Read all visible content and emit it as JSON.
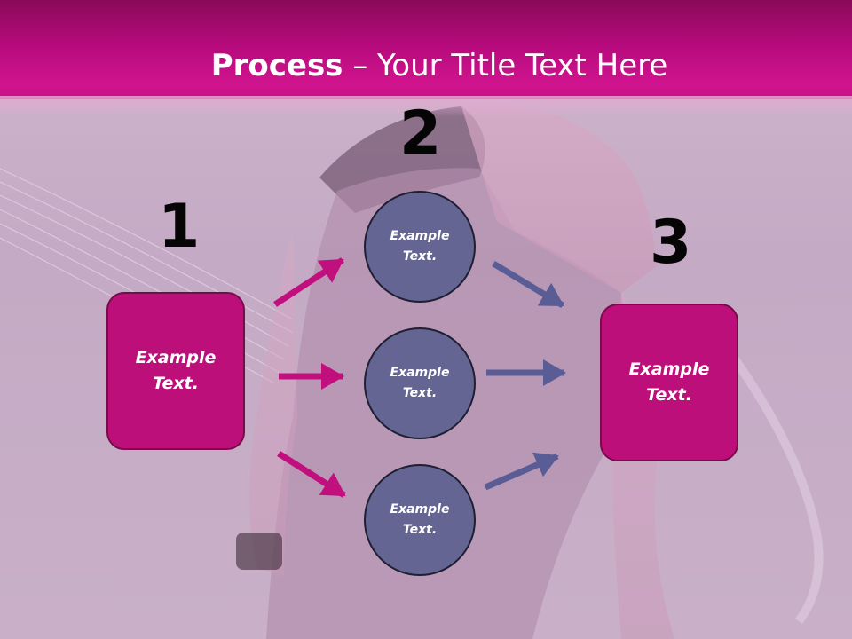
{
  "title": {
    "bold": "Process",
    "rest": " – Your Title Text Here"
  },
  "steps": [
    {
      "number": "1",
      "text": "Example Text."
    },
    {
      "number": "2",
      "items": [
        "Example Text.",
        "Example Text.",
        "Example Text."
      ]
    },
    {
      "number": "3",
      "text": "Example Text."
    }
  ],
  "colors": {
    "magenta": "#bd0f79",
    "slate": "#646592",
    "title_bar": "#c20f82"
  }
}
